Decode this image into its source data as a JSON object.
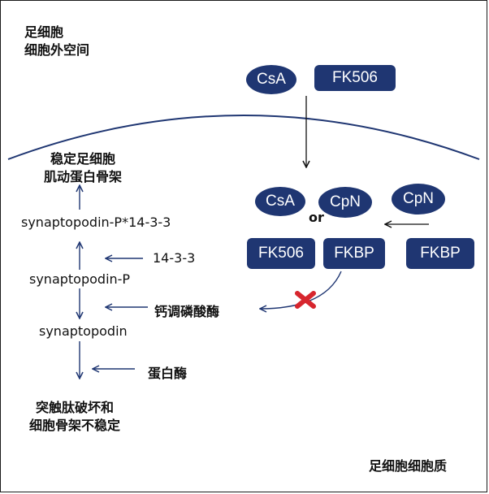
{
  "labels": {
    "extracellular_line1": "足细胞",
    "extracellular_line2": "细胞外空间",
    "cytoplasm": "足细胞细胞质",
    "stabilize_line1": "稳定足细胞",
    "stabilize_line2": "肌动蛋白骨架",
    "complex": "synaptopodin-P*14-3-3",
    "adaptor": "14-3-3",
    "phospho": "synaptopodin-P",
    "calcineurin": "钙调磷酸酶",
    "synaptopodin": "synaptopodin",
    "protease": "蛋白酶",
    "disrupt_line1": "突触肽破坏和",
    "disrupt_line2": "细胞骨架不稳定",
    "or": "or"
  },
  "drugs": {
    "csa": "CsA",
    "fk506": "FK506"
  },
  "complexes": {
    "csa": "CsA",
    "cpn_bound": "CpN",
    "cpn_free": "CpN",
    "fk506": "FK506",
    "fkbp_bound": "FKBP",
    "fkbp_free": "FKBP"
  },
  "colors": {
    "navy": "#1f3672",
    "inhibit_x": "#d7262e"
  }
}
